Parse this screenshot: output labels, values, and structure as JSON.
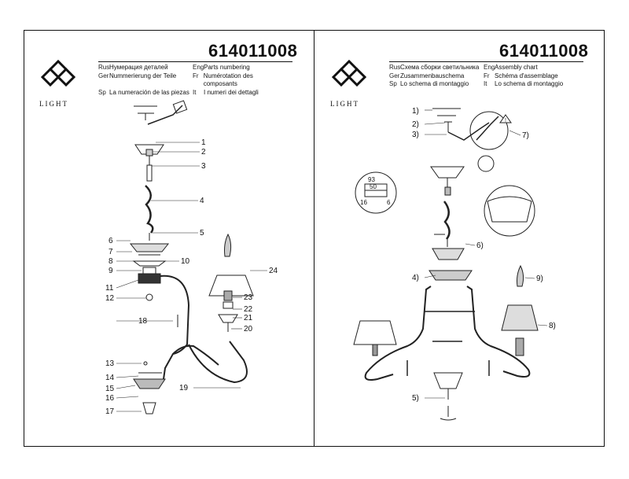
{
  "left": {
    "brand": "LIGHT",
    "code": "614011008",
    "languages": [
      {
        "code": "Rus",
        "text": "Нумерация деталей"
      },
      {
        "code": "Eng",
        "text": "Parts numbering"
      },
      {
        "code": "Ger",
        "text": "Nummerierung der Teile"
      },
      {
        "code": "Fr",
        "text": "Numérotation des composants"
      },
      {
        "code": "Sp",
        "text": "La numeración de las piezas"
      },
      {
        "code": "It",
        "text": "I numeri dei dettagli"
      }
    ],
    "callouts": [
      "1",
      "2",
      "3",
      "4",
      "5",
      "6",
      "7",
      "8",
      "9",
      "10",
      "11",
      "12",
      "13",
      "14",
      "15",
      "16",
      "17",
      "18",
      "19",
      "20",
      "21",
      "22",
      "23",
      "24"
    ]
  },
  "right": {
    "brand": "LIGHT",
    "code": "614011008",
    "languages": [
      {
        "code": "Rus",
        "text": "Схема сборки светильника"
      },
      {
        "code": "Eng",
        "text": "Assembly chart"
      },
      {
        "code": "Ger",
        "text": "Zusammenbauschema"
      },
      {
        "code": "Fr",
        "text": "Schéma d'assemblage"
      },
      {
        "code": "Sp",
        "text": "Lo schema di montaggio"
      },
      {
        "code": "It",
        "text": "Lo schema di montaggio"
      }
    ],
    "callouts": [
      "1)",
      "2)",
      "3)",
      "4)",
      "5)",
      "6)",
      "7)",
      "8)",
      "9)"
    ],
    "detail_labels": [
      "93",
      "50",
      "16",
      "6"
    ]
  }
}
